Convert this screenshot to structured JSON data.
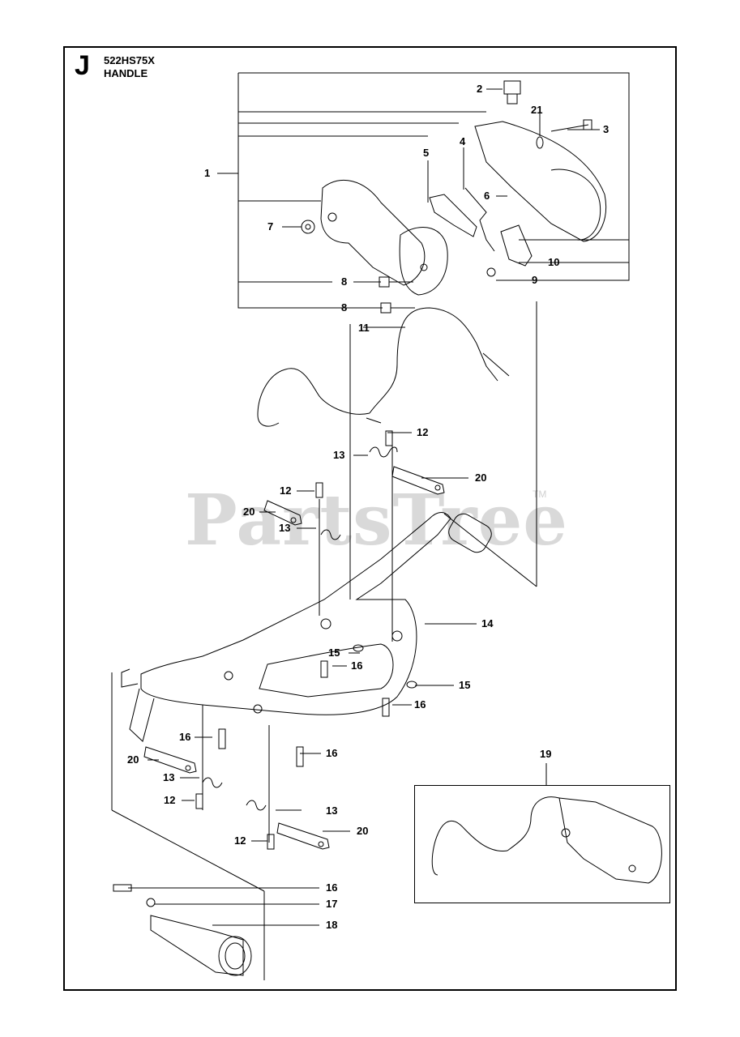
{
  "header": {
    "section_letter": "J",
    "model_code": "522HS75X",
    "title": "HANDLE"
  },
  "watermark": {
    "text": "PartsTree",
    "trademark": "TM"
  },
  "callouts": [
    {
      "id": "c1",
      "label": "1"
    },
    {
      "id": "c2",
      "label": "2"
    },
    {
      "id": "c3",
      "label": "3"
    },
    {
      "id": "c4",
      "label": "4"
    },
    {
      "id": "c5",
      "label": "5"
    },
    {
      "id": "c6",
      "label": "6"
    },
    {
      "id": "c7",
      "label": "7"
    },
    {
      "id": "c8a",
      "label": "8"
    },
    {
      "id": "c8b",
      "label": "8"
    },
    {
      "id": "c9",
      "label": "9"
    },
    {
      "id": "c10",
      "label": "10"
    },
    {
      "id": "c11",
      "label": "11"
    },
    {
      "id": "c12a",
      "label": "12"
    },
    {
      "id": "c12b",
      "label": "12"
    },
    {
      "id": "c12c",
      "label": "12"
    },
    {
      "id": "c12d",
      "label": "12"
    },
    {
      "id": "c13a",
      "label": "13"
    },
    {
      "id": "c13b",
      "label": "13"
    },
    {
      "id": "c13c",
      "label": "13"
    },
    {
      "id": "c13d",
      "label": "13"
    },
    {
      "id": "c14",
      "label": "14"
    },
    {
      "id": "c15a",
      "label": "15"
    },
    {
      "id": "c15b",
      "label": "15"
    },
    {
      "id": "c16a",
      "label": "16"
    },
    {
      "id": "c16b",
      "label": "16"
    },
    {
      "id": "c16c",
      "label": "16"
    },
    {
      "id": "c16d",
      "label": "16"
    },
    {
      "id": "c16e",
      "label": "16"
    },
    {
      "id": "c17",
      "label": "17"
    },
    {
      "id": "c18",
      "label": "18"
    },
    {
      "id": "c19",
      "label": "19"
    },
    {
      "id": "c20a",
      "label": "20"
    },
    {
      "id": "c20b",
      "label": "20"
    },
    {
      "id": "c20c",
      "label": "20"
    },
    {
      "id": "c20d",
      "label": "20"
    },
    {
      "id": "c21",
      "label": "21"
    }
  ],
  "colors": {
    "line": "#000000",
    "watermark": "#d9d9d9",
    "background": "#ffffff"
  }
}
